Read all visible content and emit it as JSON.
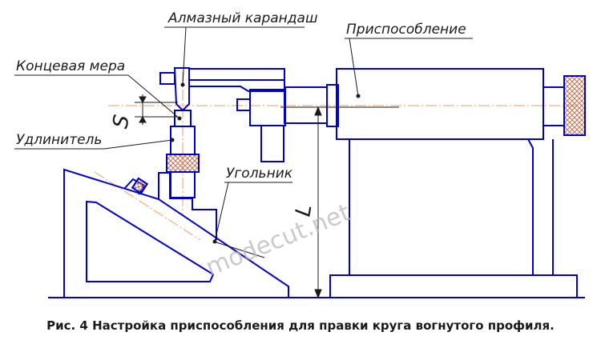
{
  "labels": {
    "diamond_pencil": "Алмазный карандаш",
    "fixture": "Приспособление",
    "gauge_block": "Концевая мера",
    "extender": "Удлинитель",
    "angle_bracket": "Угольник",
    "dim_s": "S",
    "dim_l": "L"
  },
  "watermark": "modecut.net",
  "caption": "Рис. 4 Настройка приспособления для правки круга вогнутого профиля.",
  "colors": {
    "outline": "#0000cc",
    "leader": "#1a1a1a",
    "centerline": "#f0a060",
    "knurl": "#c07050"
  }
}
